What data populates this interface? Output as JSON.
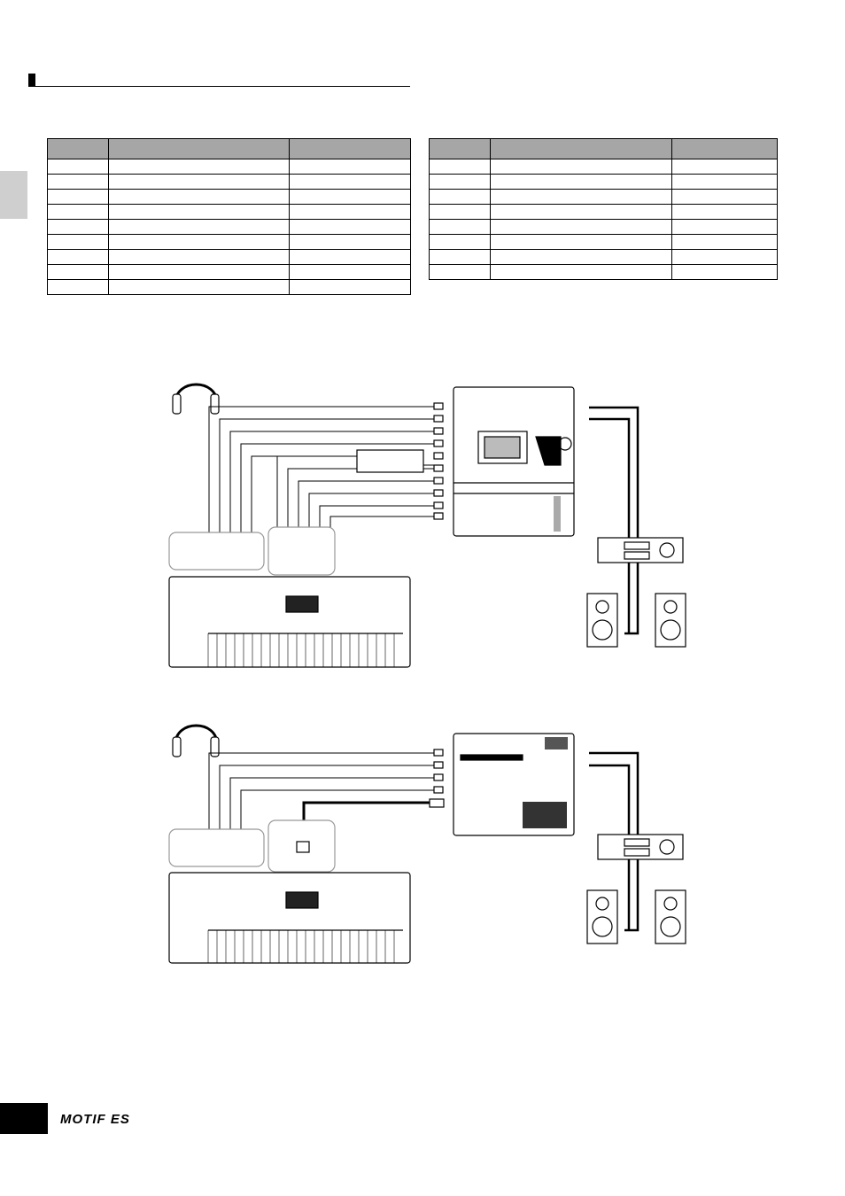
{
  "page": {
    "section_marker": "black-square-bar",
    "side_tab": "gray-tab"
  },
  "table_left": {
    "headers": [
      "",
      "",
      ""
    ],
    "rows": [
      [
        "",
        "",
        ""
      ],
      [
        "",
        "",
        ""
      ],
      [
        "",
        "",
        ""
      ],
      [
        "",
        "",
        ""
      ],
      [
        "",
        "",
        ""
      ],
      [
        "",
        "",
        ""
      ],
      [
        "",
        "",
        ""
      ],
      [
        "",
        "",
        ""
      ],
      [
        "",
        "",
        ""
      ]
    ]
  },
  "table_right": {
    "headers": [
      "",
      "",
      ""
    ],
    "rows": [
      [
        "",
        "",
        ""
      ],
      [
        "",
        "",
        ""
      ],
      [
        "",
        "",
        ""
      ],
      [
        "",
        "",
        ""
      ],
      [
        "",
        "",
        ""
      ],
      [
        "",
        "",
        ""
      ],
      [
        "",
        "",
        ""
      ],
      [
        "",
        "",
        ""
      ]
    ]
  },
  "diagrams": {
    "top": {
      "icons": [
        "headphones-icon",
        "digital-mixer-icon",
        "effect-unit-icon",
        "amplifier-icon",
        "speaker-icon",
        "speaker-icon",
        "synthesizer-icon"
      ]
    },
    "bottom": {
      "icons": [
        "headphones-icon",
        "multitrack-recorder-icon",
        "amplifier-icon",
        "speaker-icon",
        "speaker-icon",
        "synthesizer-icon",
        "usb-connector-icon"
      ]
    }
  },
  "footer": {
    "logo_text": "MOTIF ES",
    "page_number": ""
  },
  "colors": {
    "header_fill": "#a6a6a6",
    "side_tab": "#cfcfcf",
    "ink": "#000000"
  }
}
